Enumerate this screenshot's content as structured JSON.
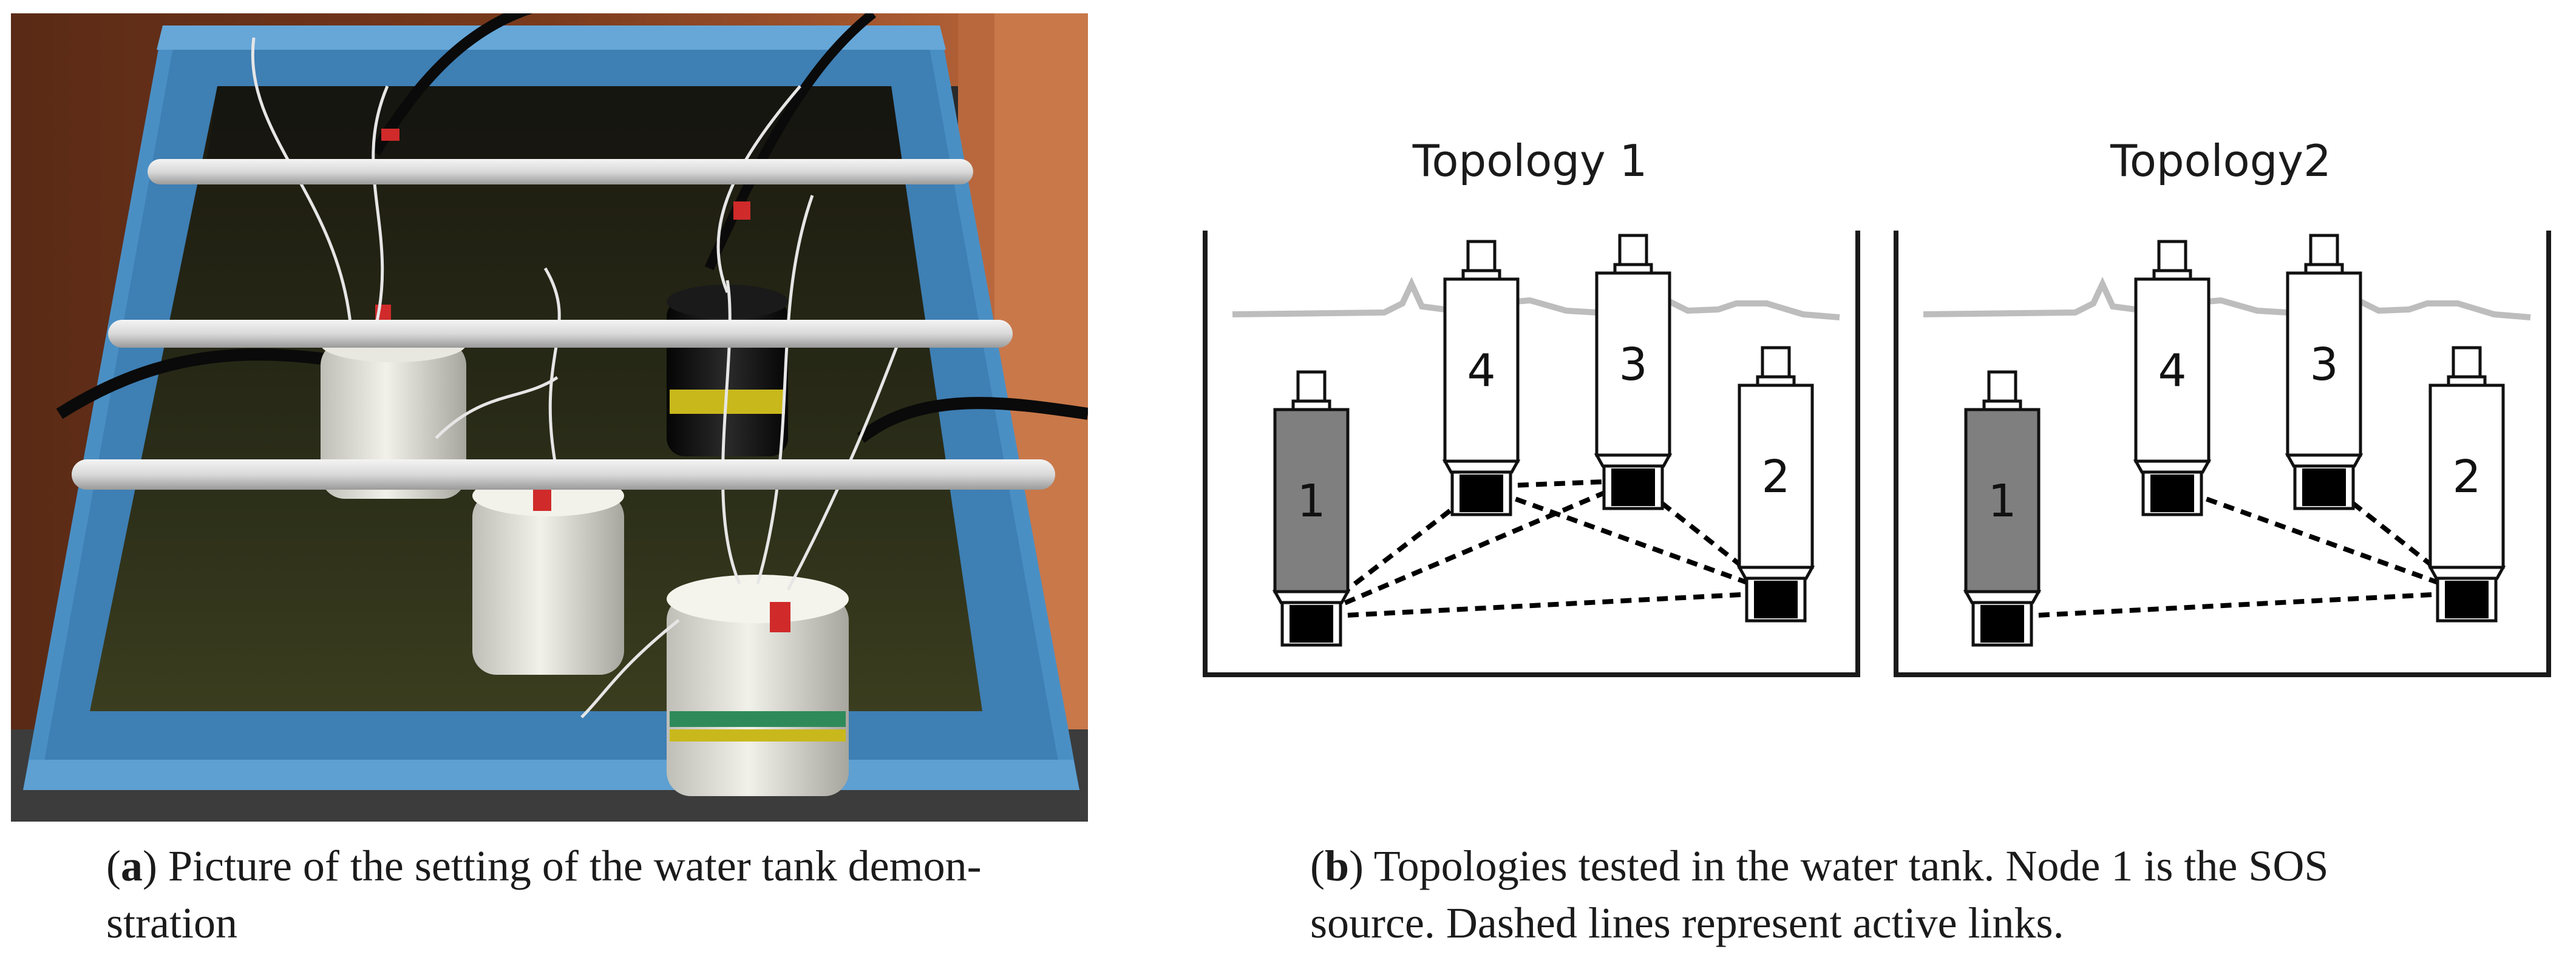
{
  "caption_a": {
    "label": "a",
    "line1": "Picture of the setting of the water tank demon-",
    "line2": "stration"
  },
  "caption_b": {
    "label": "b",
    "line1": "Topologies tested in the water tank. Node 1 is the SOS",
    "line2": "source. Dashed lines represent active links."
  },
  "topologies": [
    {
      "title": "Topology 1",
      "nodes": [
        {
          "label": "1",
          "role": "source",
          "fill": "#7f7f7f"
        },
        {
          "label": "4",
          "role": "relay",
          "fill": "#ffffff"
        },
        {
          "label": "3",
          "role": "relay",
          "fill": "#ffffff"
        },
        {
          "label": "2",
          "role": "relay",
          "fill": "#ffffff"
        }
      ],
      "links": [
        [
          "1",
          "4"
        ],
        [
          "1",
          "3"
        ],
        [
          "1",
          "2"
        ],
        [
          "4",
          "3"
        ],
        [
          "4",
          "2"
        ],
        [
          "3",
          "2"
        ]
      ]
    },
    {
      "title": "Topology2",
      "nodes": [
        {
          "label": "1",
          "role": "source",
          "fill": "#7f7f7f"
        },
        {
          "label": "4",
          "role": "relay",
          "fill": "#ffffff"
        },
        {
          "label": "3",
          "role": "relay",
          "fill": "#ffffff"
        },
        {
          "label": "2",
          "role": "relay",
          "fill": "#ffffff"
        }
      ],
      "links": [
        [
          "1",
          "2"
        ],
        [
          "4",
          "2"
        ],
        [
          "3",
          "2"
        ]
      ]
    }
  ],
  "colors": {
    "water_line": "#bdbdbd",
    "tank_wall": "#1a1a1a",
    "source_node": "#7f7f7f",
    "modem": "#000000",
    "link": "#000000",
    "photo_tank_blue": "#4a8fc4"
  }
}
